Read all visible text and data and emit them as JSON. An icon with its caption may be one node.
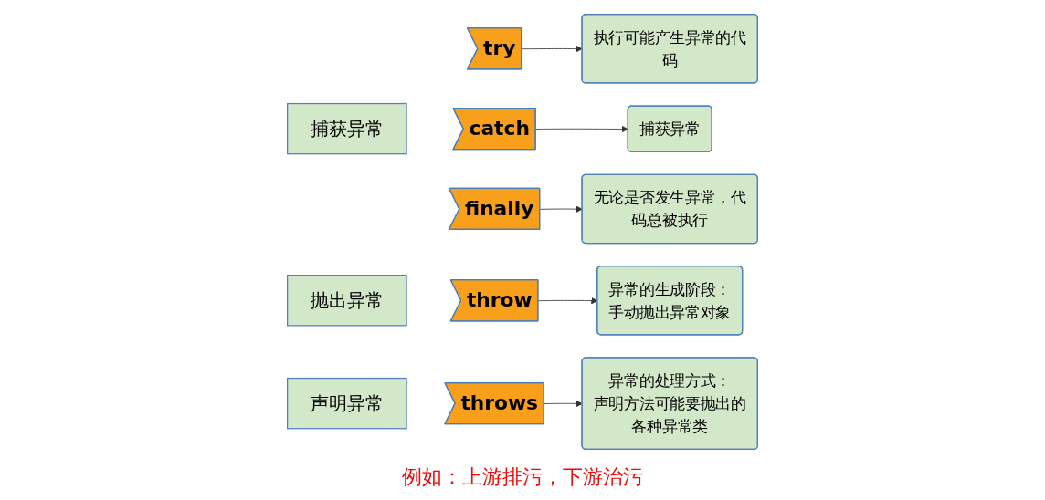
{
  "diagram": {
    "nodes": [
      {
        "text": [
          "捕获异常"
        ]
      },
      {
        "text": [
          "抛出异常"
        ]
      },
      {
        "text": [
          "声明异常"
        ]
      },
      {
        "text": [
          "try"
        ]
      },
      {
        "text": [
          "执行可能产生异常的代码"
        ]
      },
      {
        "text": [
          "catch"
        ]
      },
      {
        "text": [
          "捕获异常"
        ]
      },
      {
        "text": [
          "finally"
        ]
      },
      {
        "text": [
          "无论是否发生异常，代码总被执行"
        ]
      },
      {
        "text": [
          "throw"
        ]
      },
      {
        "text": [
          "异常的生成阶段：",
          "手动抛出异常对象"
        ]
      },
      {
        "text": [
          "throws"
        ]
      },
      {
        "text": [
          "异常的处理方式：",
          "声明方法可能要抛出的各种异常类"
        ]
      }
    ],
    "edges": [
      {
        "from": 3,
        "to": 4,
        "arrow": "to"
      },
      {
        "from": 5,
        "to": 6,
        "arrow": "to"
      },
      {
        "from": 7,
        "to": 8,
        "arrow": "to"
      },
      {
        "from": 9,
        "to": 10,
        "arrow": "to"
      },
      {
        "from": 11,
        "to": 12,
        "arrow": "to"
      }
    ],
    "labels": [
      "例如：上游排污，下游治污"
    ]
  }
}
